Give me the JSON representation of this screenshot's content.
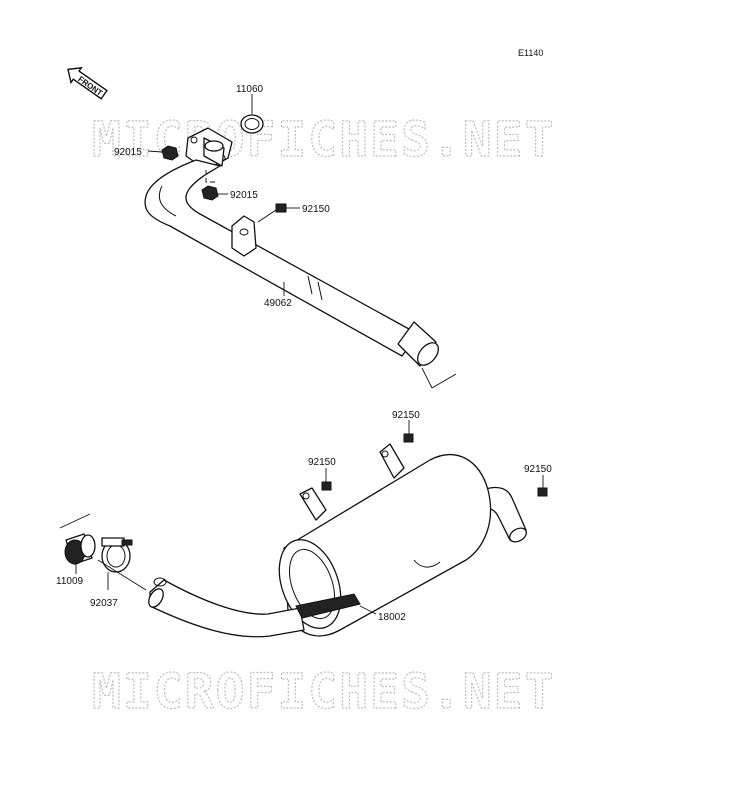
{
  "diagram_code": "E1140",
  "front_badge": "FRONT",
  "watermark": "MICROFICHES.NET",
  "labels": {
    "p11060": "11060",
    "p92015_a": "92015",
    "p92015_b": "92015",
    "p92150_a": "92150",
    "p49062": "49062",
    "p92150_b": "92150",
    "p92150_c": "92150",
    "p92150_d": "92150",
    "p11009": "11009",
    "p92037": "92037",
    "p18002": "18002"
  }
}
